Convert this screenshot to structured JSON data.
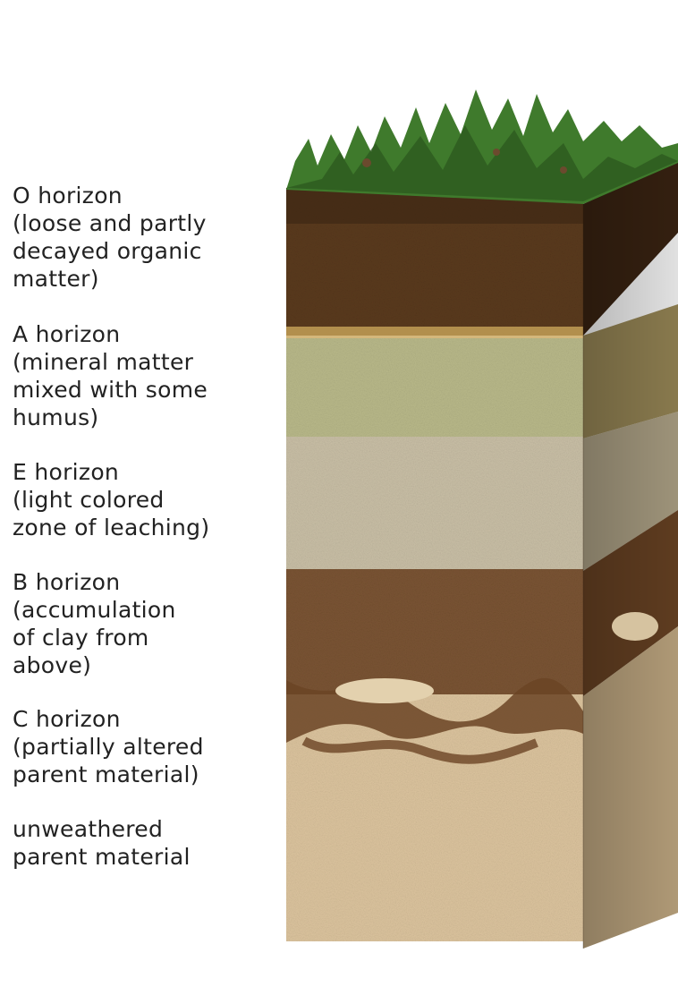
{
  "layers": [
    {
      "id": "o",
      "lines": [
        "O horizon",
        "(loose and partly",
        "decayed organic",
        "matter)"
      ],
      "color": "#5a3a1c"
    },
    {
      "id": "a",
      "lines": [
        "A horizon",
        "(mineral matter",
        "mixed with some",
        "humus)"
      ],
      "color": "#b9b98a"
    },
    {
      "id": "e",
      "lines": [
        "E horizon",
        "(light colored",
        "zone of leaching)"
      ],
      "color": "#c9bfa6"
    },
    {
      "id": "b",
      "lines": [
        "B horizon",
        "(accumulation",
        "of clay from",
        "above)"
      ],
      "color": "#7a5433"
    },
    {
      "id": "c",
      "lines": [
        "C horizon",
        "(partially altered",
        "parent material)"
      ],
      "color": "#cdb38c"
    },
    {
      "id": "r",
      "lines": [
        "unweathered",
        "parent material"
      ],
      "color": "#dcc49e"
    }
  ],
  "colors": {
    "grass": "#3f7a2c",
    "grass_dark": "#2d5a1f",
    "topsoil_dark": "#3b2412"
  }
}
